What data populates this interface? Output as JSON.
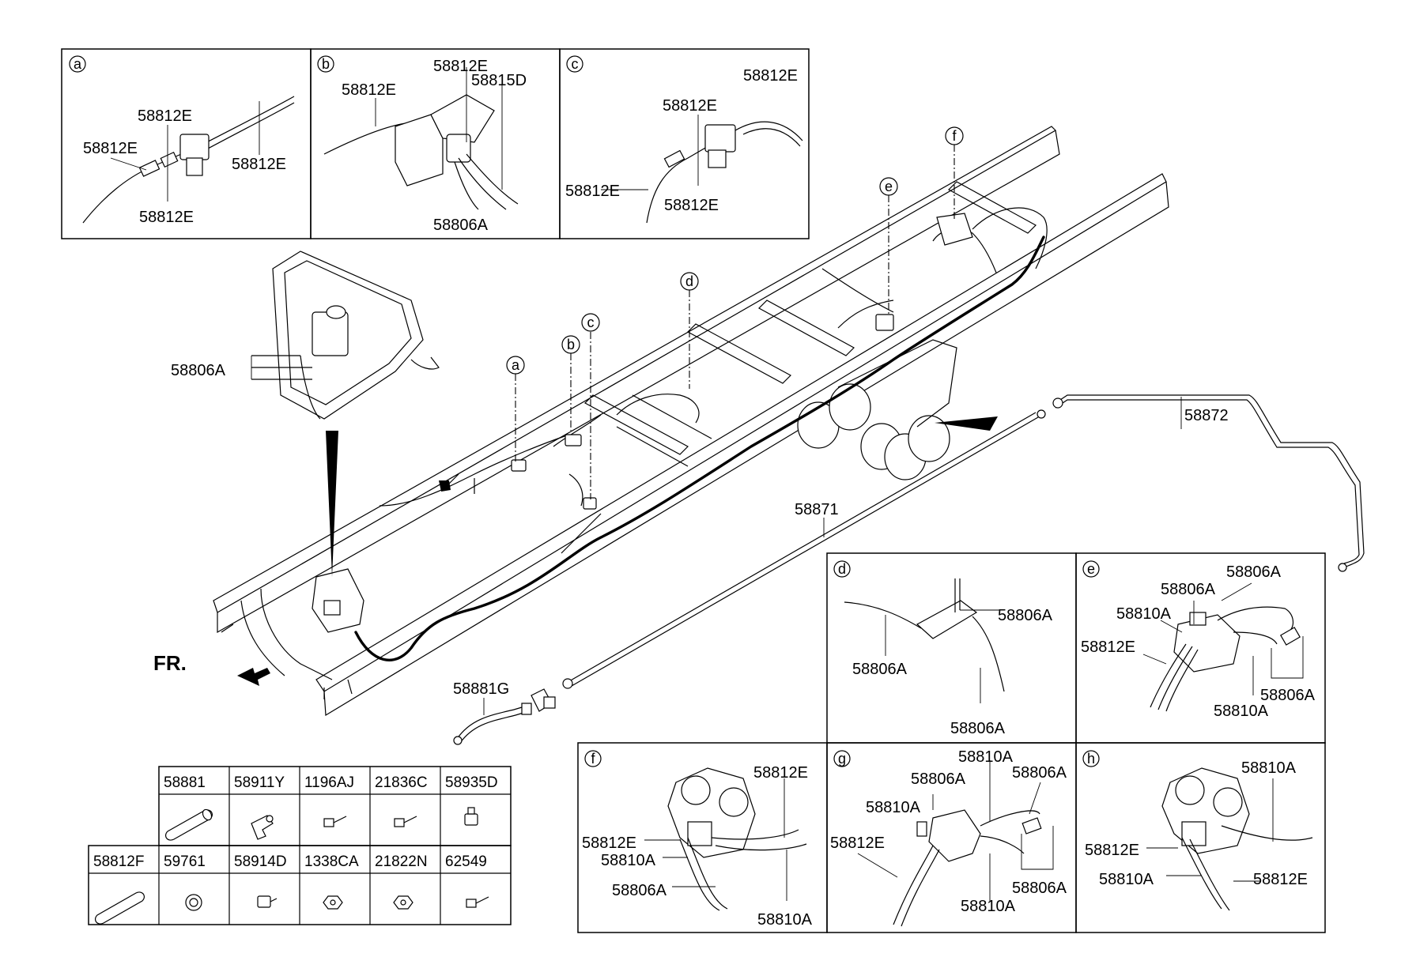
{
  "diagram": {
    "front_label": "FR.",
    "panels": [
      {
        "id": "a",
        "letter": "a",
        "labels": [
          "58812E",
          "58812E",
          "58812E",
          "58812E"
        ]
      },
      {
        "id": "b",
        "letter": "b",
        "labels": [
          "58812E",
          "58812E",
          "58815D",
          "58806A"
        ]
      },
      {
        "id": "c",
        "letter": "c",
        "labels": [
          "58812E",
          "58812E",
          "58812E",
          "58812E"
        ]
      },
      {
        "id": "d",
        "letter": "d",
        "labels": [
          "58806A",
          "58806A",
          "58806A"
        ]
      },
      {
        "id": "e",
        "letter": "e",
        "labels": [
          "58806A",
          "58806A",
          "58810A",
          "58812E",
          "58810A",
          "58806A"
        ]
      },
      {
        "id": "f",
        "letter": "f",
        "labels": [
          "58812E",
          "58812E",
          "58810A",
          "58806A",
          "58810A"
        ]
      },
      {
        "id": "g",
        "letter": "g",
        "labels": [
          "58810A",
          "58806A",
          "58806A",
          "58810A",
          "58812E",
          "58810A",
          "58806A"
        ]
      },
      {
        "id": "h",
        "letter": "h",
        "labels": [
          "58810A",
          "58812E",
          "58810A",
          "58812E"
        ]
      }
    ],
    "main_callouts": [
      "a",
      "b",
      "c",
      "d",
      "e",
      "f"
    ],
    "main_labels": {
      "tank_hose": "58806A",
      "rear_pipe": "58872",
      "long_pipe": "58871",
      "front_hose": "58881G"
    },
    "parts_table": [
      [
        "",
        "58881",
        "58911Y",
        "1196AJ",
        "21836C",
        "58935D"
      ],
      [
        "58812F",
        "59761",
        "58914D",
        "1338CA",
        "21822N",
        "62549"
      ]
    ]
  }
}
